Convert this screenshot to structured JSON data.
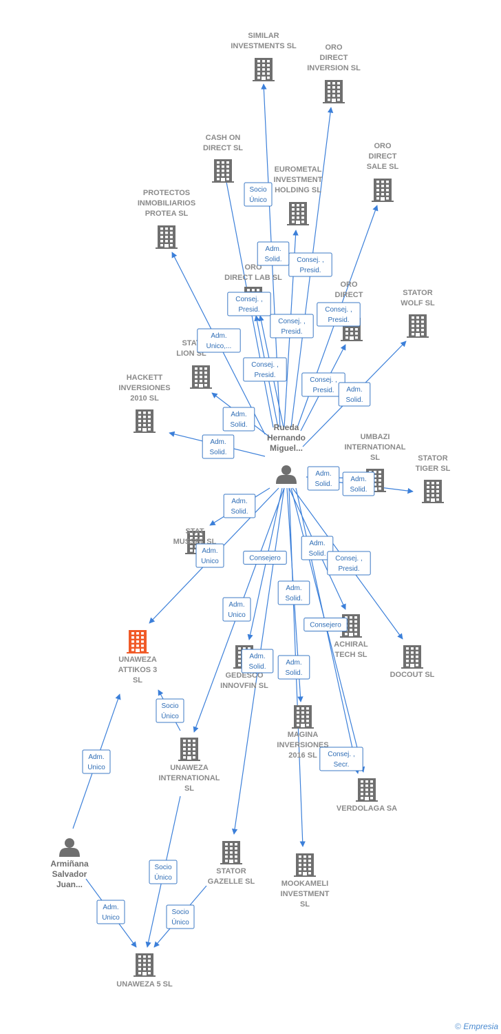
{
  "colors": {
    "edge": "#3b7fd9",
    "label": "#2f6db5",
    "building": "#6f6f6f",
    "focus": "#f05a28",
    "person": "#6f6f6f"
  },
  "nodes": [
    {
      "id": "similar",
      "type": "company",
      "label": [
        "SIMILAR",
        "INVESTMENTS SL"
      ]
    },
    {
      "id": "oro_direct_inv",
      "type": "company",
      "label": [
        "ORO",
        "DIRECT",
        "INVERSION SL"
      ]
    },
    {
      "id": "cash_on",
      "type": "company",
      "label": [
        "CASH ON",
        "DIRECT  SL"
      ]
    },
    {
      "id": "eurometal",
      "type": "company",
      "label": [
        "EUROMETAL",
        "INVESTMENT",
        "HOLDING SL"
      ]
    },
    {
      "id": "oro_direct_sale",
      "type": "company",
      "label": [
        "ORO",
        "DIRECT",
        "SALE SL"
      ]
    },
    {
      "id": "protectos",
      "type": "company",
      "label": [
        "PROTECTOS",
        "INMOBILIARIOS",
        "PROTEA  SL"
      ]
    },
    {
      "id": "oro_lab",
      "type": "company",
      "label": [
        "ORO",
        "DIRECT LAB SL"
      ]
    },
    {
      "id": "oro_direct_sl",
      "type": "company",
      "label": [
        "ORO",
        "DIRECT",
        "SL"
      ]
    },
    {
      "id": "stator_wolf",
      "type": "company",
      "label": [
        "STATOR",
        "WOLF  SL"
      ]
    },
    {
      "id": "stator_lion",
      "type": "company",
      "label": [
        "STAT",
        "LION  SL"
      ]
    },
    {
      "id": "hackett",
      "type": "company",
      "label": [
        "HACKETT",
        "INVERSIONES",
        "2010 SL"
      ]
    },
    {
      "id": "rueda",
      "type": "person",
      "label": [
        "Rueda",
        "Hernando",
        "Miguel..."
      ]
    },
    {
      "id": "umbazi",
      "type": "company",
      "label": [
        "UMBAZI",
        "INTERNATIONAL",
        "SL"
      ]
    },
    {
      "id": "stator_tiger",
      "type": "company",
      "label": [
        "STATOR",
        "TIGER  SL"
      ]
    },
    {
      "id": "stator_mussel",
      "type": "company",
      "label": [
        "STAT",
        "MUSSEL  SL"
      ]
    },
    {
      "id": "unaweza_attikos",
      "type": "focus",
      "label": [
        "UNAWEZA",
        "ATTIKOS 3",
        "SL"
      ]
    },
    {
      "id": "achiral",
      "type": "company",
      "label": [
        "ACHIRAL",
        "TECH  SL"
      ]
    },
    {
      "id": "docout",
      "type": "company",
      "label": [
        "DOCOUT SL"
      ]
    },
    {
      "id": "gedesco",
      "type": "company",
      "label": [
        "GEDESCO",
        "INNOVFIN  SL"
      ]
    },
    {
      "id": "magina",
      "type": "company",
      "label": [
        "MAGINA",
        "INVERSIONES",
        "2016  SL"
      ]
    },
    {
      "id": "unaweza_intl",
      "type": "company",
      "label": [
        "UNAWEZA",
        "INTERNATIONAL",
        "SL"
      ]
    },
    {
      "id": "verdolaga",
      "type": "company",
      "label": [
        "VERDOLAGA SA"
      ]
    },
    {
      "id": "armiñana",
      "type": "person",
      "label": [
        "Armiñana",
        "Salvador",
        "Juan..."
      ]
    },
    {
      "id": "stator_gazelle",
      "type": "company",
      "label": [
        "STATOR",
        "GAZELLE  SL"
      ]
    },
    {
      "id": "mookameli",
      "type": "company",
      "label": [
        "MOOKAMELI",
        "INVESTMENT",
        "SL"
      ]
    },
    {
      "id": "unaweza5",
      "type": "company",
      "label": [
        "UNAWEZA 5  SL"
      ]
    }
  ],
  "edges": [
    {
      "from": "rueda",
      "to": "similar",
      "label": [
        "Socio",
        "Único"
      ]
    },
    {
      "from": "rueda",
      "to": "oro_direct_inv",
      "label": [
        "Consej. ,",
        "Presid."
      ]
    },
    {
      "from": "rueda",
      "to": "cash_on",
      "label": [
        "Consej. ,",
        "Presid."
      ]
    },
    {
      "from": "rueda",
      "to": "eurometal",
      "label": [
        "Adm.",
        "Solid."
      ]
    },
    {
      "from": "rueda",
      "to": "oro_direct_sale",
      "label": [
        "Consej. ,",
        "Presid."
      ]
    },
    {
      "from": "rueda",
      "to": "protectos",
      "label": [
        "Adm.",
        "Unico,..."
      ]
    },
    {
      "from": "rueda",
      "to": "oro_lab",
      "label": [
        "Consej. ,",
        "Presid."
      ]
    },
    {
      "from": "rueda",
      "to": "oro_direct_sl",
      "label": [
        "Consej. ,",
        "Presid."
      ]
    },
    {
      "from": "rueda",
      "to": "stator_wolf",
      "label": [
        "Adm.",
        "Solid."
      ]
    },
    {
      "from": "rueda",
      "to": "stator_lion",
      "label": [
        "Adm.",
        "Solid."
      ]
    },
    {
      "from": "rueda",
      "to": "hackett",
      "label": [
        "Adm.",
        "Solid."
      ]
    },
    {
      "from": "rueda",
      "to": "oro_lab",
      "label": [
        "Consej. ,",
        "Presid."
      ]
    },
    {
      "from": "rueda",
      "to": "umbazi",
      "label": [
        "Adm.",
        "Solid."
      ]
    },
    {
      "from": "rueda",
      "to": "stator_tiger",
      "label": [
        "Adm.",
        "Solid."
      ]
    },
    {
      "from": "rueda",
      "to": "stator_mussel",
      "label": [
        "Adm.",
        "Solid."
      ]
    },
    {
      "from": "rueda",
      "to": "unaweza_attikos",
      "label": [
        "Adm.",
        "Unico"
      ]
    },
    {
      "from": "rueda",
      "to": "achiral",
      "label": [
        "Adm.",
        "Solid."
      ]
    },
    {
      "from": "rueda",
      "to": "docout",
      "label": [
        "Consej. ,",
        "Presid."
      ]
    },
    {
      "from": "rueda",
      "to": "gedesco",
      "label": [
        "Consejero"
      ]
    },
    {
      "from": "rueda",
      "to": "magina",
      "label": [
        "Adm.",
        "Solid."
      ]
    },
    {
      "from": "rueda",
      "to": "unaweza_intl",
      "label": [
        "Adm.",
        "Unico"
      ]
    },
    {
      "from": "rueda",
      "to": "verdolaga",
      "label": [
        "Consejero"
      ]
    },
    {
      "from": "rueda",
      "to": "stator_gazelle",
      "label": [
        "Adm.",
        "Solid."
      ]
    },
    {
      "from": "rueda",
      "to": "mookameli",
      "label": [
        "Adm.",
        "Solid."
      ]
    },
    {
      "from": "rueda",
      "to": "verdolaga",
      "label": [
        "Consej. ,",
        "Secr."
      ]
    },
    {
      "from": "unaweza_intl",
      "to": "unaweza_attikos",
      "label": [
        "Socio",
        "Único"
      ]
    },
    {
      "from": "armiñana",
      "to": "unaweza_attikos",
      "label": [
        "Adm.",
        "Unico"
      ]
    },
    {
      "from": "armiñana",
      "to": "unaweza5",
      "label": [
        "Adm.",
        "Unico"
      ]
    },
    {
      "from": "unaweza_intl",
      "to": "unaweza5",
      "label": [
        "Socio",
        "Único"
      ]
    },
    {
      "from": "stator_gazelle",
      "to": "unaweza5",
      "label": [
        "Socio",
        "Único"
      ]
    }
  ],
  "footer": {
    "copyright": "©",
    "brand": "Empresia"
  }
}
